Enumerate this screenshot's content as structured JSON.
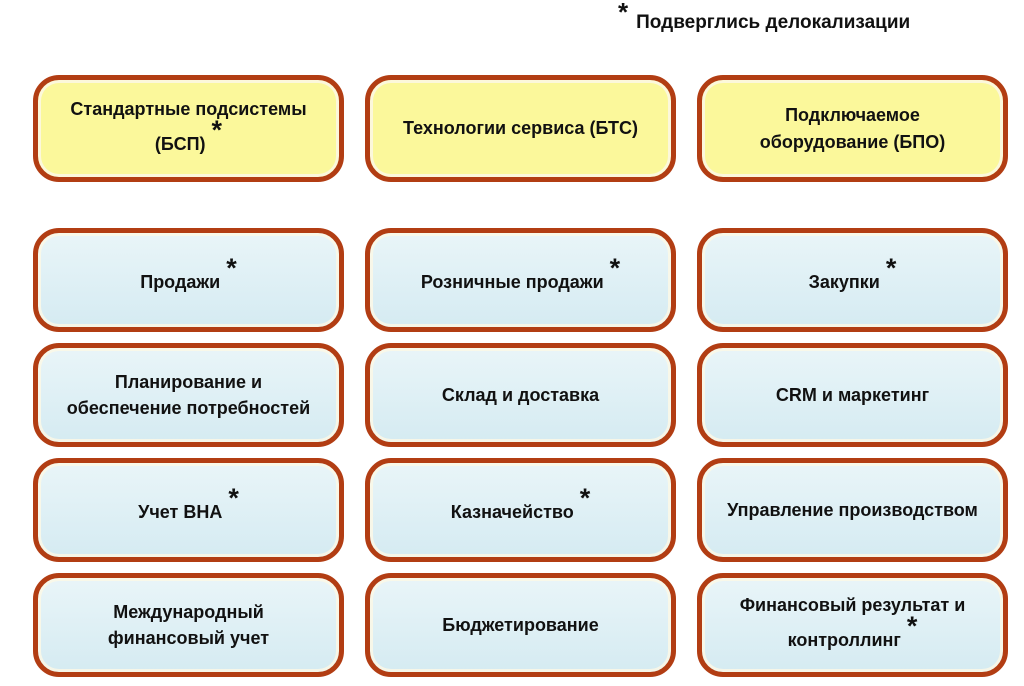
{
  "legend": {
    "asterisk": "*",
    "text": "Подверглись делокализации"
  },
  "colors": {
    "border": "#b23d13",
    "header_fill": "#fbf89b",
    "module_fill_top": "#e9f5f8",
    "module_fill_bottom": "#d5ebf2",
    "text": "#111111",
    "background": "#ffffff"
  },
  "header_boxes": [
    {
      "line1": "Стандартные подсистемы",
      "line2": "(БСП)",
      "asterisk": "*"
    },
    {
      "line1": "Технологии сервиса (БТС)"
    },
    {
      "line1": "Подключаемое",
      "line2": "оборудование (БПО)"
    }
  ],
  "module_boxes": [
    {
      "line1": "Продажи",
      "asterisk": "*"
    },
    {
      "line1": "Розничные продажи",
      "asterisk": "*"
    },
    {
      "line1": "Закупки",
      "asterisk": "*"
    },
    {
      "line1": "Планирование и",
      "line2": "обеспечение потребностей"
    },
    {
      "line1": "Склад и доставка"
    },
    {
      "line1": "CRM и маркетинг"
    },
    {
      "line1": "Учет ВНА",
      "asterisk": "*"
    },
    {
      "line1": "Казначейство",
      "asterisk": "*"
    },
    {
      "line1": "Управление производством"
    },
    {
      "line1": "Международный",
      "line2": "финансовый учет"
    },
    {
      "line1": "Бюджетирование"
    },
    {
      "line1": "Финансовый результат и",
      "line2": "контроллинг",
      "asterisk": "*"
    }
  ]
}
